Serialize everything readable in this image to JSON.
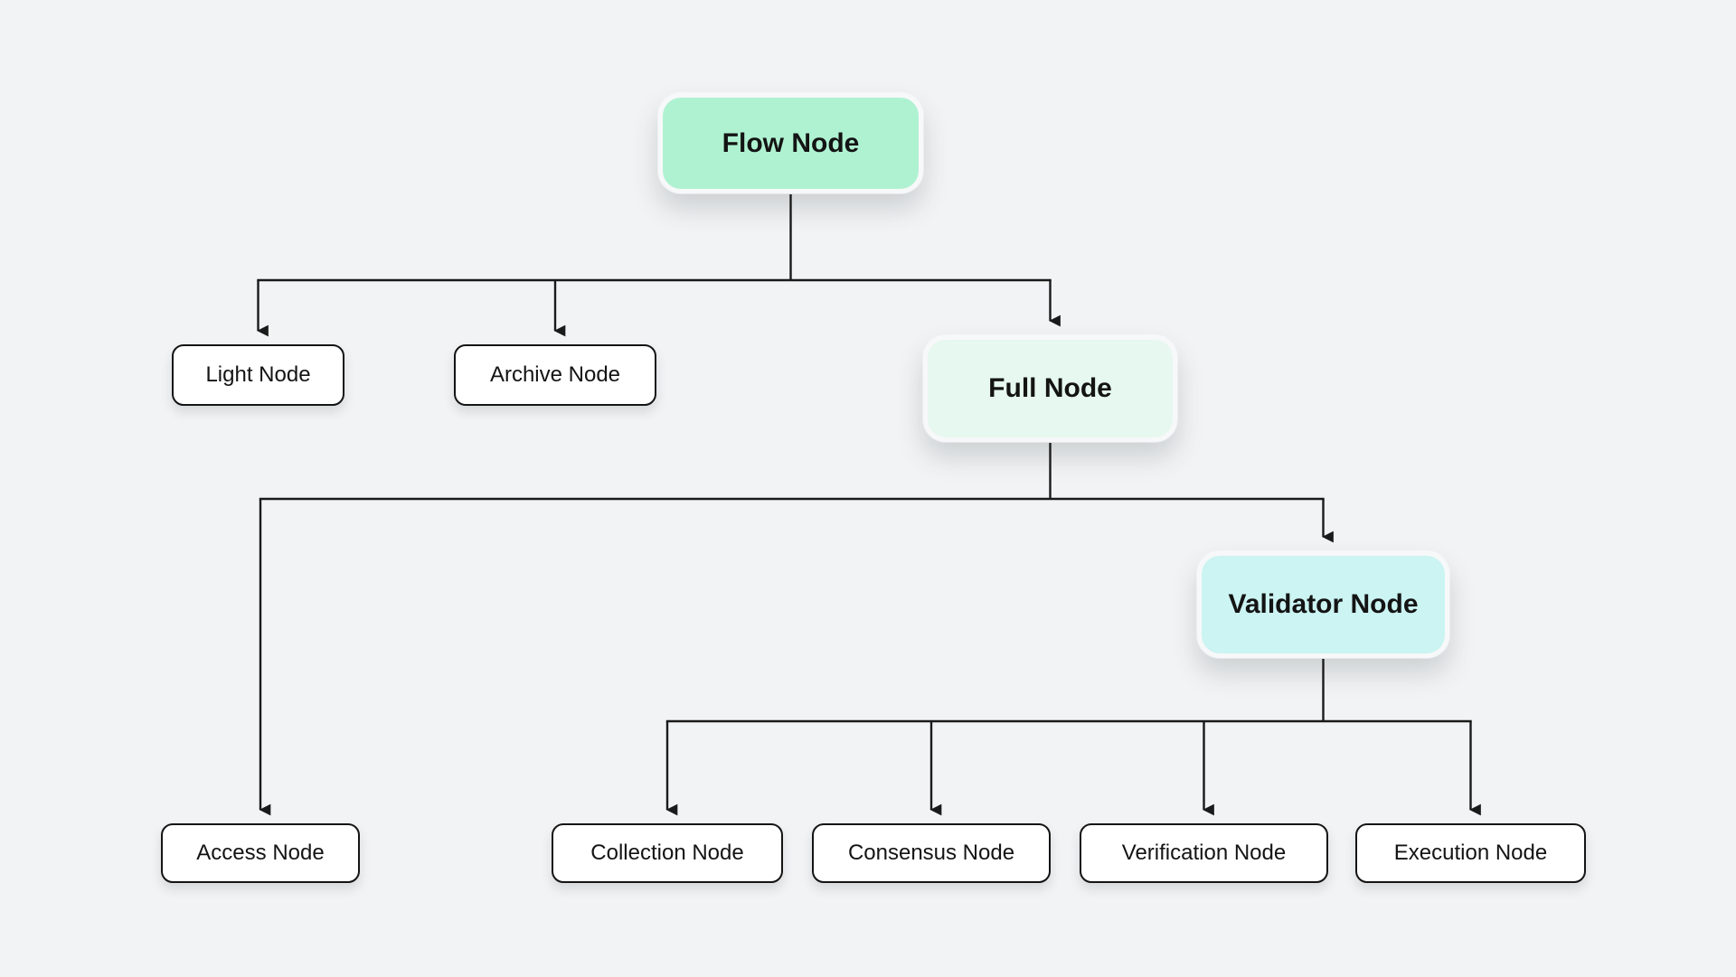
{
  "diagram": {
    "type": "tree-flowchart",
    "nodes": {
      "flow": {
        "label": "Flow Node",
        "fill": "#AFF2D1",
        "style": "accent"
      },
      "light": {
        "label": "Light Node",
        "fill": "#FFFFFF",
        "style": "plain"
      },
      "archive": {
        "label": "Archive Node",
        "fill": "#FFFFFF",
        "style": "plain"
      },
      "full": {
        "label": "Full Node",
        "fill": "#E6F8EF",
        "style": "accent"
      },
      "validator": {
        "label": "Validator Node",
        "fill": "#CBF4F2",
        "style": "accent"
      },
      "access": {
        "label": "Access Node",
        "fill": "#FFFFFF",
        "style": "plain"
      },
      "collection": {
        "label": "Collection Node",
        "fill": "#FFFFFF",
        "style": "plain"
      },
      "consensus": {
        "label": "Consensus Node",
        "fill": "#FFFFFF",
        "style": "plain"
      },
      "verification": {
        "label": "Verification Node",
        "fill": "#FFFFFF",
        "style": "plain"
      },
      "execution": {
        "label": "Execution Node",
        "fill": "#FFFFFF",
        "style": "plain"
      }
    },
    "edges": [
      {
        "from": "flow",
        "to": "light"
      },
      {
        "from": "flow",
        "to": "archive"
      },
      {
        "from": "flow",
        "to": "full"
      },
      {
        "from": "full",
        "to": "access"
      },
      {
        "from": "full",
        "to": "validator"
      },
      {
        "from": "validator",
        "to": "collection"
      },
      {
        "from": "validator",
        "to": "consensus"
      },
      {
        "from": "validator",
        "to": "verification"
      },
      {
        "from": "validator",
        "to": "execution"
      }
    ],
    "colors": {
      "background": "#F2F3F5",
      "connector_line": "#1A1A1A",
      "text": "#141414",
      "accent_mint": "#AFF2D1",
      "accent_pale_mint": "#E6F8EF",
      "accent_cyan": "#CBF4F2",
      "plain_fill": "#FFFFFF",
      "plain_border": "#141414"
    }
  }
}
